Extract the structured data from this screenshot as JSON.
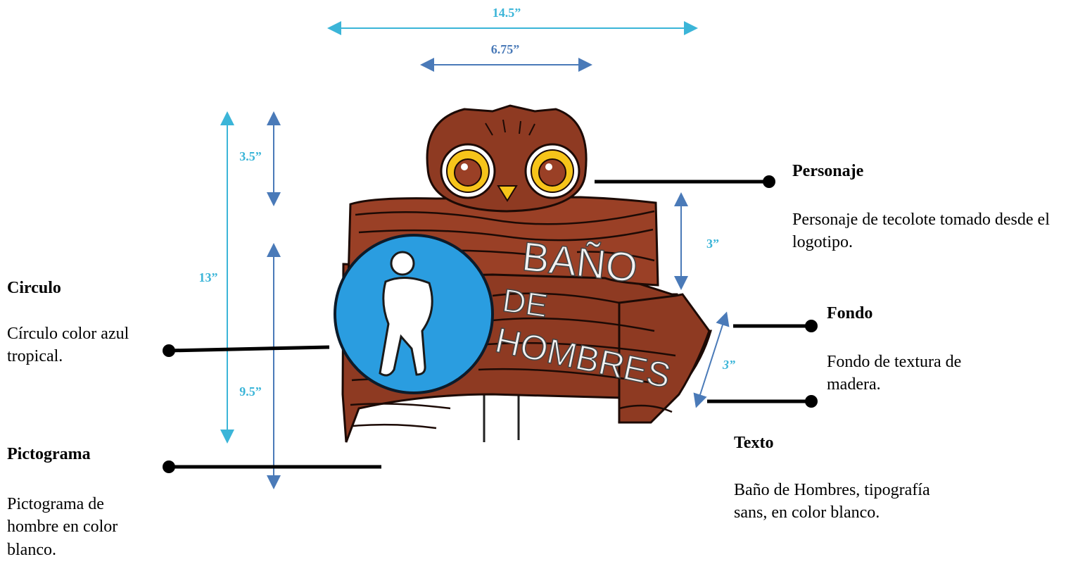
{
  "dimensions": {
    "total_width": "14.5”",
    "head_width": "6.75”",
    "total_height": "13”",
    "head_height": "3.5”",
    "board_height": "9.5”",
    "top_board_height": "3”",
    "arrow_height": "3”"
  },
  "sign": {
    "line1": "BAÑO",
    "line2": "DE",
    "line3": "HOMBRES"
  },
  "callouts": {
    "personaje": {
      "title": "Personaje",
      "description": "Personaje de tecolote tomado desde el logotipo."
    },
    "circulo": {
      "title": "Circulo",
      "description": "Círculo color azul tropical."
    },
    "fondo": {
      "title": "Fondo",
      "description": "Fondo de textura de madera."
    },
    "texto": {
      "title": "Texto",
      "description": "Baño de Hombres, tipografía sans, en color blanco."
    },
    "pictograma": {
      "title": "Pictograma",
      "description": "Pictograma de hombre en color blanco."
    }
  },
  "colors": {
    "dim_light": "#3bb5d8",
    "dim_dark": "#4a7ab8",
    "wood": "#8e3a22",
    "circle": "#2a9de0",
    "eye": "#f6c41a"
  }
}
